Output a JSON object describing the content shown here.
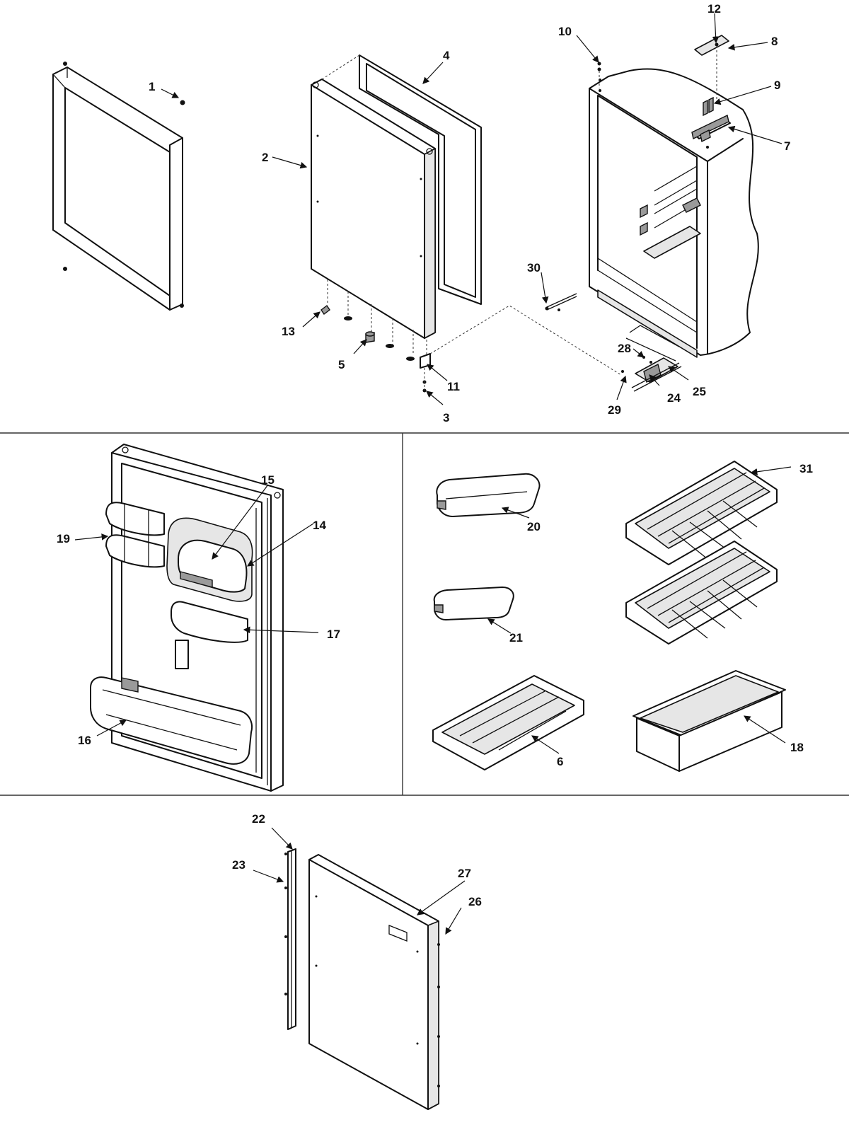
{
  "callouts": {
    "c1": "1",
    "c2": "2",
    "c3": "3",
    "c4": "4",
    "c5": "5",
    "c6": "6",
    "c7": "7",
    "c8": "8",
    "c9": "9",
    "c10": "10",
    "c11": "11",
    "c12": "12",
    "c13": "13",
    "c14": "14",
    "c15": "15",
    "c16": "16",
    "c17": "17",
    "c18": "18",
    "c19": "19",
    "c20": "20",
    "c21": "21",
    "c22": "22",
    "c23": "23",
    "c24": "24",
    "c25": "25",
    "c26": "26",
    "c27": "27",
    "c28": "28",
    "c29": "29",
    "c30": "30",
    "c31": "31"
  },
  "colors": {
    "line": "#111111",
    "background": "#ffffff",
    "shade": "#e6e6e6"
  }
}
